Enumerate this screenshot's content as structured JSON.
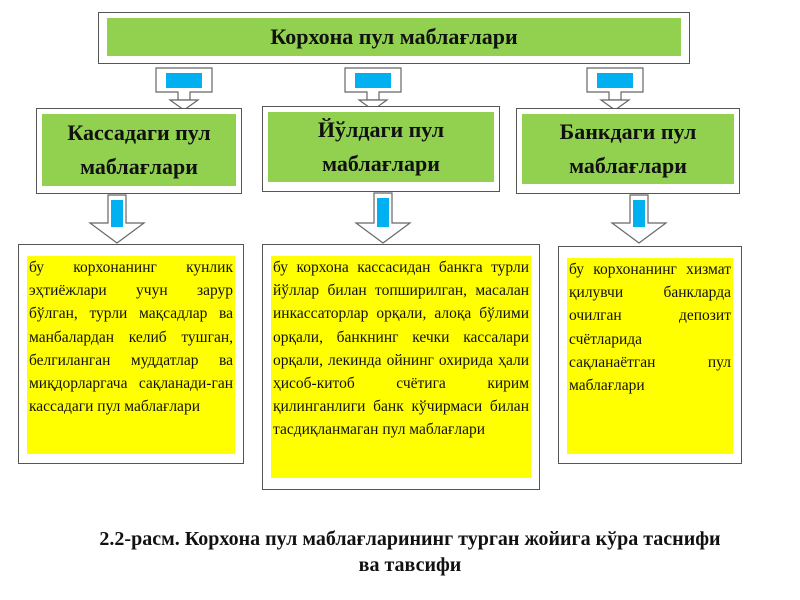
{
  "diagram": {
    "title": "Корхона пул маблағлари",
    "branches": [
      {
        "title_lines": [
          "Кассадаги пул",
          "маблағлари"
        ],
        "description": "бу корхонанинг кунлик эҳтиёжлари учун зарур бўлган, турли мақсадлар ва манбалардан келиб тушган, белгиланган муддатлар ва миқдорларгача сақланади-ган кассадаги пул маблағлари"
      },
      {
        "title_lines": [
          "Йўлдаги пул",
          "маблағлари"
        ],
        "description": "бу корхона кассасидан банкга турли йўллар билан топширилган, масалан инкассаторлар орқали, алоқа бўлими орқали, банкнинг кечки кассалари орқали, лекинда ойнинг охирида ҳали ҳисоб-китоб счётига кирим қилинганлиги банк кўчирмаси билан тасдиқланмаган пул маблағлари"
      },
      {
        "title_lines": [
          "Банкдаги пул",
          "маблағлари"
        ],
        "description": "бу корхонанинг хизмат қилувчи банкларда очилган депозит счётларида сақланаётган пул маблағлари"
      }
    ],
    "colors": {
      "header_fill": "#92d050",
      "description_fill": "#ffff00",
      "arrow_fill": "#00b0f0"
    }
  },
  "caption": {
    "line1": "2.2-расм. Корхона пул маблағларининг турган жойига кўра таснифи",
    "line2": "ва тавсифи"
  }
}
